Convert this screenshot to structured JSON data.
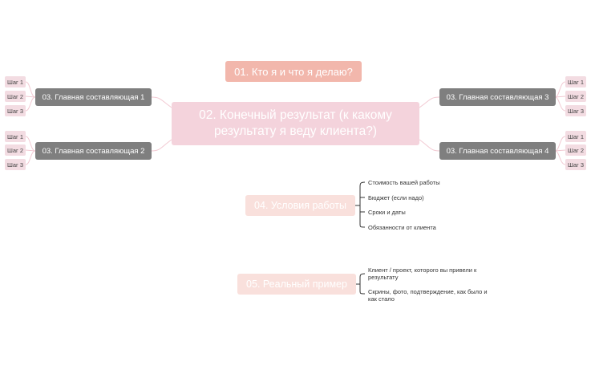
{
  "nodes": {
    "n01": "01.  Кто я и что я делаю?",
    "n02": "02. Конечный результат (к какому результату я веду клиента?)",
    "n03_1": "03. Главная составляющая 1",
    "n03_2": "03. Главная составляющая 2",
    "n03_3": "03. Главная составляющая 3",
    "n03_4": "03. Главная составляющая 4",
    "n04": "04. Условия работы",
    "n05": "05. Реальный пример"
  },
  "steps": [
    "Шаг 1",
    "Шаг 2",
    "Шаг 3"
  ],
  "conditions": [
    "Стоимость вашей работы",
    "Бюджет (если надо)",
    "Сроки и даты",
    "Обязанности от клиента"
  ],
  "example": [
    "Клиент / проект, которого вы привели к результату",
    "Скрины, фото, подтверждение, как было и как стало"
  ],
  "colors": {
    "node01": "#f2b7ac",
    "central": "#f4d3dc",
    "branch": "#7f7f7f",
    "step": "#f3dce2",
    "condition": "#f9e0dc",
    "connector": "#f2c9d2",
    "bracket": "#333333"
  }
}
